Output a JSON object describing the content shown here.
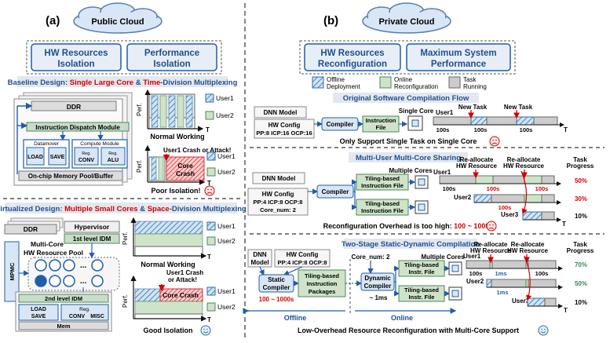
{
  "left": {
    "label": "(a)",
    "cloud": "Public Cloud",
    "goal1": [
      "HW Resources",
      "Isolation"
    ],
    "goal2": [
      "Performance",
      "Isolation"
    ],
    "baseline": {
      "t1": "Baseline Design: ",
      "t2": "Single Large Core",
      "t3": " & ",
      "t4": "Time",
      "t5": "-Division Multiplexing"
    },
    "hw": {
      "ddr": "DDR",
      "dispatch": "Instruction Dispatch Module",
      "datamover": "Datamover",
      "compute": "Compute Module",
      "load": "LOAD",
      "save": "SAVE",
      "reg": "Reg.",
      "conv": "CONV",
      "alu": "ALU",
      "onchip": "On-chip Memory Pool/Buffer"
    },
    "chart1": {
      "perf": "Perf.",
      "t": "T",
      "user1": "User1",
      "user2": "User2",
      "caption": "Normal Working"
    },
    "chart2": {
      "perf": "Perf.",
      "t": "T",
      "user1": "User1",
      "user2": "User2",
      "crash_note": "User1 Crash or Attack!",
      "core": "Core",
      "crash": "Crash",
      "caption": "Poor Isolation!"
    },
    "virtual": {
      "t1": "Virtualized Design: ",
      "t2": "Multiple Small Cores",
      "t3": " & ",
      "t4": "Space",
      "t5": "-Division Multiplexing"
    },
    "hw2": {
      "ddr": "DDR",
      "hypervisor": "Hypervisor",
      "idm1": "1st level IDM",
      "mpmc": "MPMC",
      "multicore": "Multi-Core",
      "pool": "HW Resource Pool",
      "dots": "...",
      "idm2": "2nd  level IDM",
      "load": "LOAD",
      "save": "SAVE",
      "reg": "Reg.",
      "conv": "CONV",
      "misc": "MISC",
      "mem": "Mem"
    },
    "chart3": {
      "perf": "Perf.",
      "t": "T",
      "user1": "User1",
      "user2": "User2",
      "caption": "Normal Working"
    },
    "chart4": {
      "perf": "Perf.",
      "t": "T",
      "user1": "User1",
      "user2": "User2",
      "crash_note1": "User1 Crash",
      "crash_note2": "or Attack!",
      "core_crash": "Core Crash",
      "caption": "Good Isolation"
    }
  },
  "right": {
    "label": "(b)",
    "cloud": "Private Cloud",
    "goal1": [
      "HW Resources",
      "Reconfiguration"
    ],
    "goal2": [
      "Maximum System",
      "Performance"
    ],
    "legend": {
      "offline": [
        "Offline",
        "Deployment"
      ],
      "online": [
        "Online",
        "Reconfiguration"
      ],
      "task": [
        "Task",
        "Running"
      ]
    },
    "s1": {
      "title": "Original Software Compilation Flow",
      "dnn": "DNN Model",
      "hw": "HW Config",
      "cfg": "PP:8 ICP:16 OCP:16",
      "compiler": "Compiler",
      "instr": [
        "Instruction",
        "File"
      ],
      "single": "Single Core",
      "user1": "User1",
      "newtask": "New Task",
      "t100": "100s",
      "t": "T",
      "caption": "Only Support Single Task on Single Core"
    },
    "s2": {
      "title": "Multi-User Multi-Core Sharing",
      "dnn": "DNN Model",
      "hw": "HW Config",
      "cfg": "PP:4 ICP:8 OCP:8",
      "cores": "Core_num: 2",
      "compiler": "Compiler",
      "tb": [
        "Tiling-based",
        "Instruction File"
      ],
      "multiple": "Multiple Cores",
      "realloc": [
        "Re-allocate",
        "HW Resource"
      ],
      "progress": [
        "Task",
        "Progress"
      ],
      "user1": "User1",
      "user2": "User2",
      "user3": "User3",
      "t100": "100s",
      "t": "T",
      "p1": "50%",
      "p2": "30%",
      "p3": "10%",
      "caption1": "Reconfiguration Overhead is too high: ",
      "caption2": "100 ~ 1000s"
    },
    "s3": {
      "title": "Two-Stage Static-Dynamic Compilation",
      "dnn": [
        "DNN",
        "Model"
      ],
      "hw": "HW Config",
      "cfg": "PP:4 ICP:8 OCP:8",
      "cores": "Core_num: 2",
      "static": [
        "Static",
        "Compiler"
      ],
      "static_time": "100 ~ 1000s",
      "tb_pkg": [
        "Tiling-based",
        "Instruction",
        "Packages"
      ],
      "dynamic": [
        "Dynamic",
        "Compiler"
      ],
      "dyn_time": "~ 1ms",
      "tb_file": [
        "Tiling-based",
        "Instr. File"
      ],
      "multiple": "Multiple Cores",
      "realloc": [
        "Re-allocate",
        "HW Resource"
      ],
      "progress": [
        "Task",
        "Progress"
      ],
      "user1": "User1",
      "user2": "User2",
      "user3": "User3",
      "t100": "100s",
      "t1ms": "1ms",
      "t": "T",
      "p1": "70%",
      "p2": "50%",
      "p3": "10%",
      "offline": "Offline",
      "online": "Online",
      "caption": "Low-Overhead Resource Reconfiguration with Multi-Core Support"
    }
  },
  "colors": {
    "red": "#d40000",
    "blue": "#1f5fa8",
    "green": "#4a8a5a",
    "accent": "#e8eef8"
  }
}
